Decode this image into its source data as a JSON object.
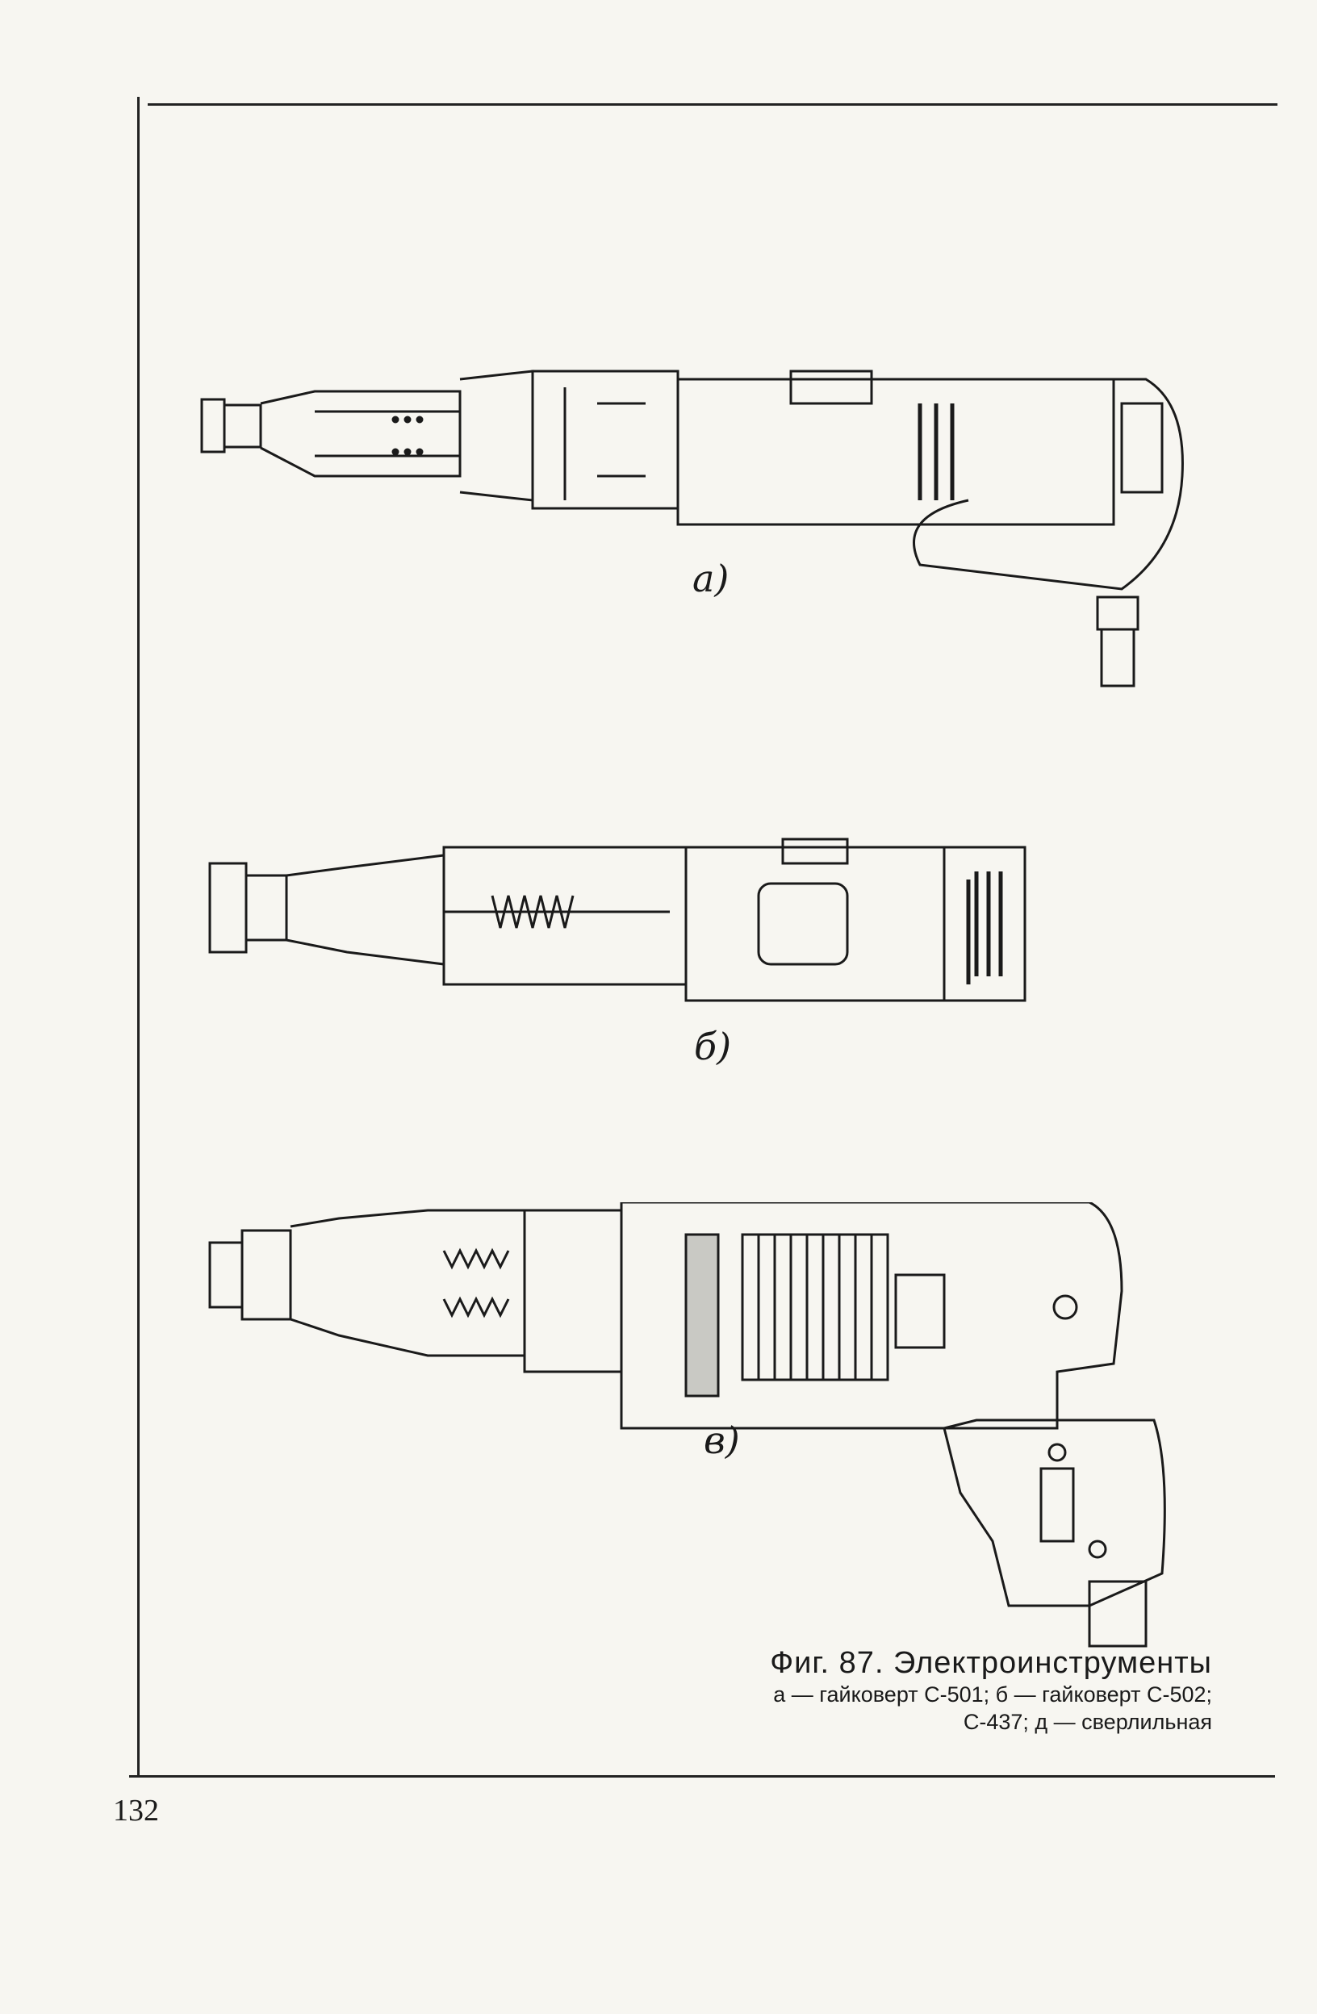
{
  "page": {
    "figure_labels": {
      "a": "a)",
      "b": "б)",
      "c": "в)"
    },
    "caption": {
      "title": "Фиг.  87.  Электроинструменты",
      "line1": "а — гайковерт  С-501;  б — гайковерт  С-502;",
      "line2": "С-437;   д — сверлильная"
    },
    "page_number": "132"
  }
}
